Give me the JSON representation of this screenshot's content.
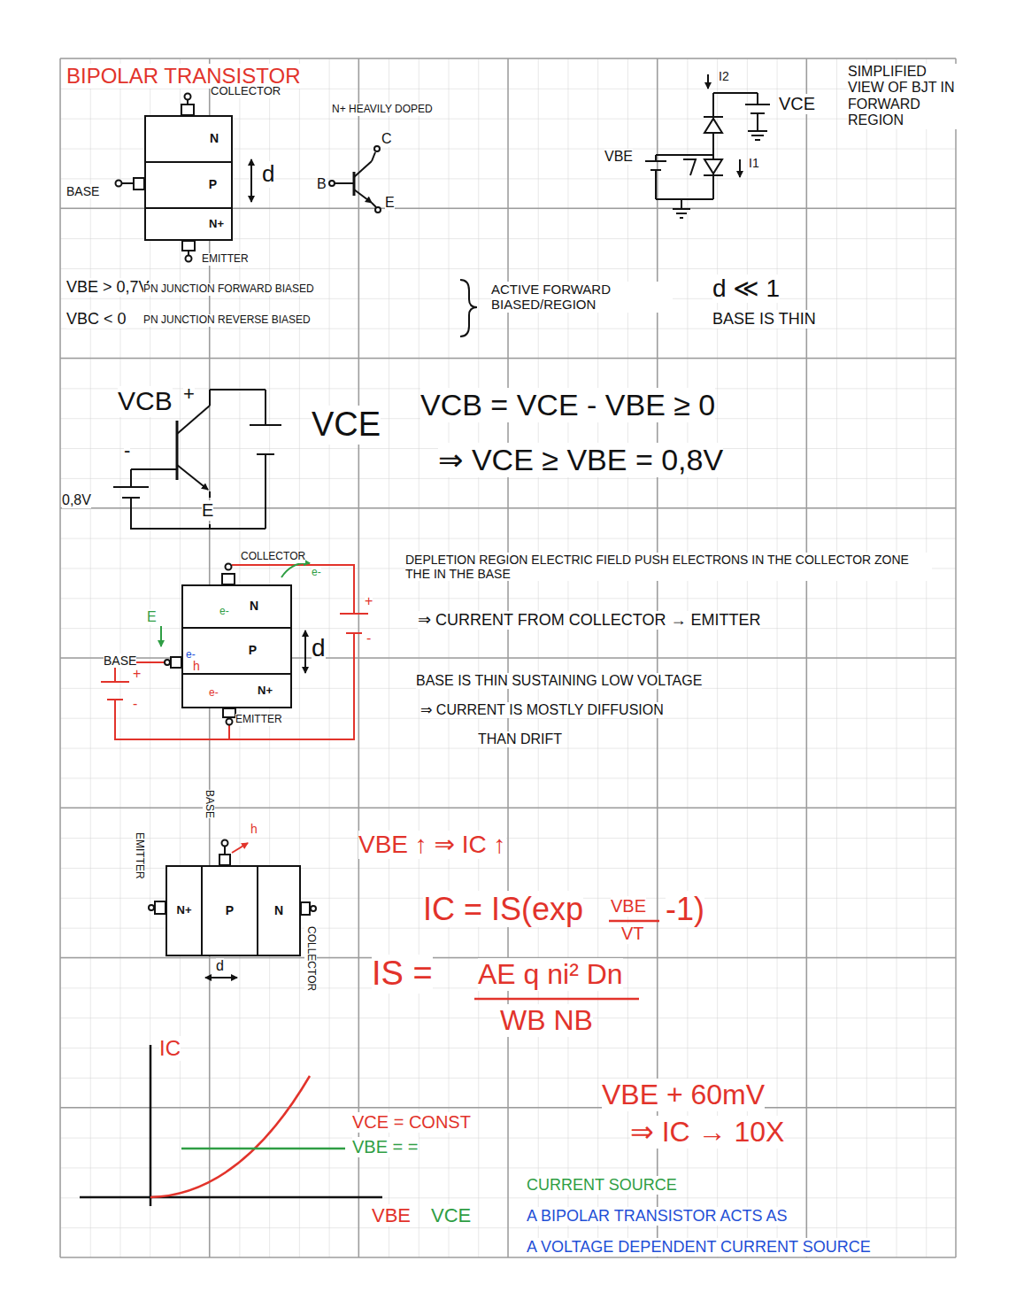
{
  "diagram": {
    "title": "BIPOLAR TRANSISTOR",
    "nodes": [
      {
        "text": [
          "N"
        ]
      },
      {
        "text": [
          "P"
        ]
      },
      {
        "text": [
          "N+"
        ]
      },
      {
        "text": [
          "N"
        ]
      },
      {
        "text": [
          "P"
        ]
      },
      {
        "text": [
          "N+"
        ]
      },
      {
        "text": [
          "N+"
        ]
      },
      {
        "text": [
          "P"
        ]
      },
      {
        "text": [
          "N"
        ]
      }
    ],
    "labels": [
      "COLLECTOR",
      "N+ HEAVILY DOPED",
      "C",
      "B",
      "E",
      "BASE",
      "d",
      "EMITTER",
      "I2",
      "VCE",
      "VBE",
      "I1",
      "SIMPLIFIED VIEW OF BJT IN FORWARD REGION",
      "VBE > 0,7V",
      "PN JUNCTION FORWARD BIASED",
      "VBC < 0",
      "PN JUNCTION REVERSE BIASED",
      "ACTIVE FORWARD BIASED/REGION",
      "d ≪ 1",
      "BASE IS THIN",
      "VCB",
      "+",
      "-",
      "VCE",
      "0,8V",
      "E",
      "VCB = VCE - VBE ≥ 0",
      "⇒ VCE ≥ VBE = 0,8V",
      "COLLECTOR",
      "e-",
      "e-",
      "E",
      "e-",
      "BASE",
      "h",
      "e-",
      "d",
      "EMITTER",
      "+",
      "-",
      "+",
      "-",
      "DEPLETION REGION ELECTRIC FIELD PUSH ELECTRONS IN THE COLLECTOR ZONE THE IN THE BASE",
      "⇒ CURRENT FROM COLLECTOR → EMITTER",
      "BASE IS THIN SUSTAINING LOW VOLTAGE",
      "⇒ CURRENT IS MOSTLY DIFFUSION",
      "THAN DRIFT",
      "BASE",
      "h",
      "EMITTER",
      "COLLECTOR",
      "d",
      "VBE ↑ ⇒ IC ↑",
      "IC = IS(exp",
      "VBE",
      "VT",
      "-1)",
      "IS =",
      "AE q ni² Dn",
      "WB NB",
      "IC",
      "VCE = CONST",
      "VBE = =",
      "VBE",
      "VCE",
      "VBE + 60mV",
      "⇒ IC → 10X",
      "CURRENT SOURCE",
      "A BIPOLAR TRANSISTOR ACTS AS",
      "A VOLTAGE DEPENDENT CURRENT SOURCE"
    ]
  }
}
